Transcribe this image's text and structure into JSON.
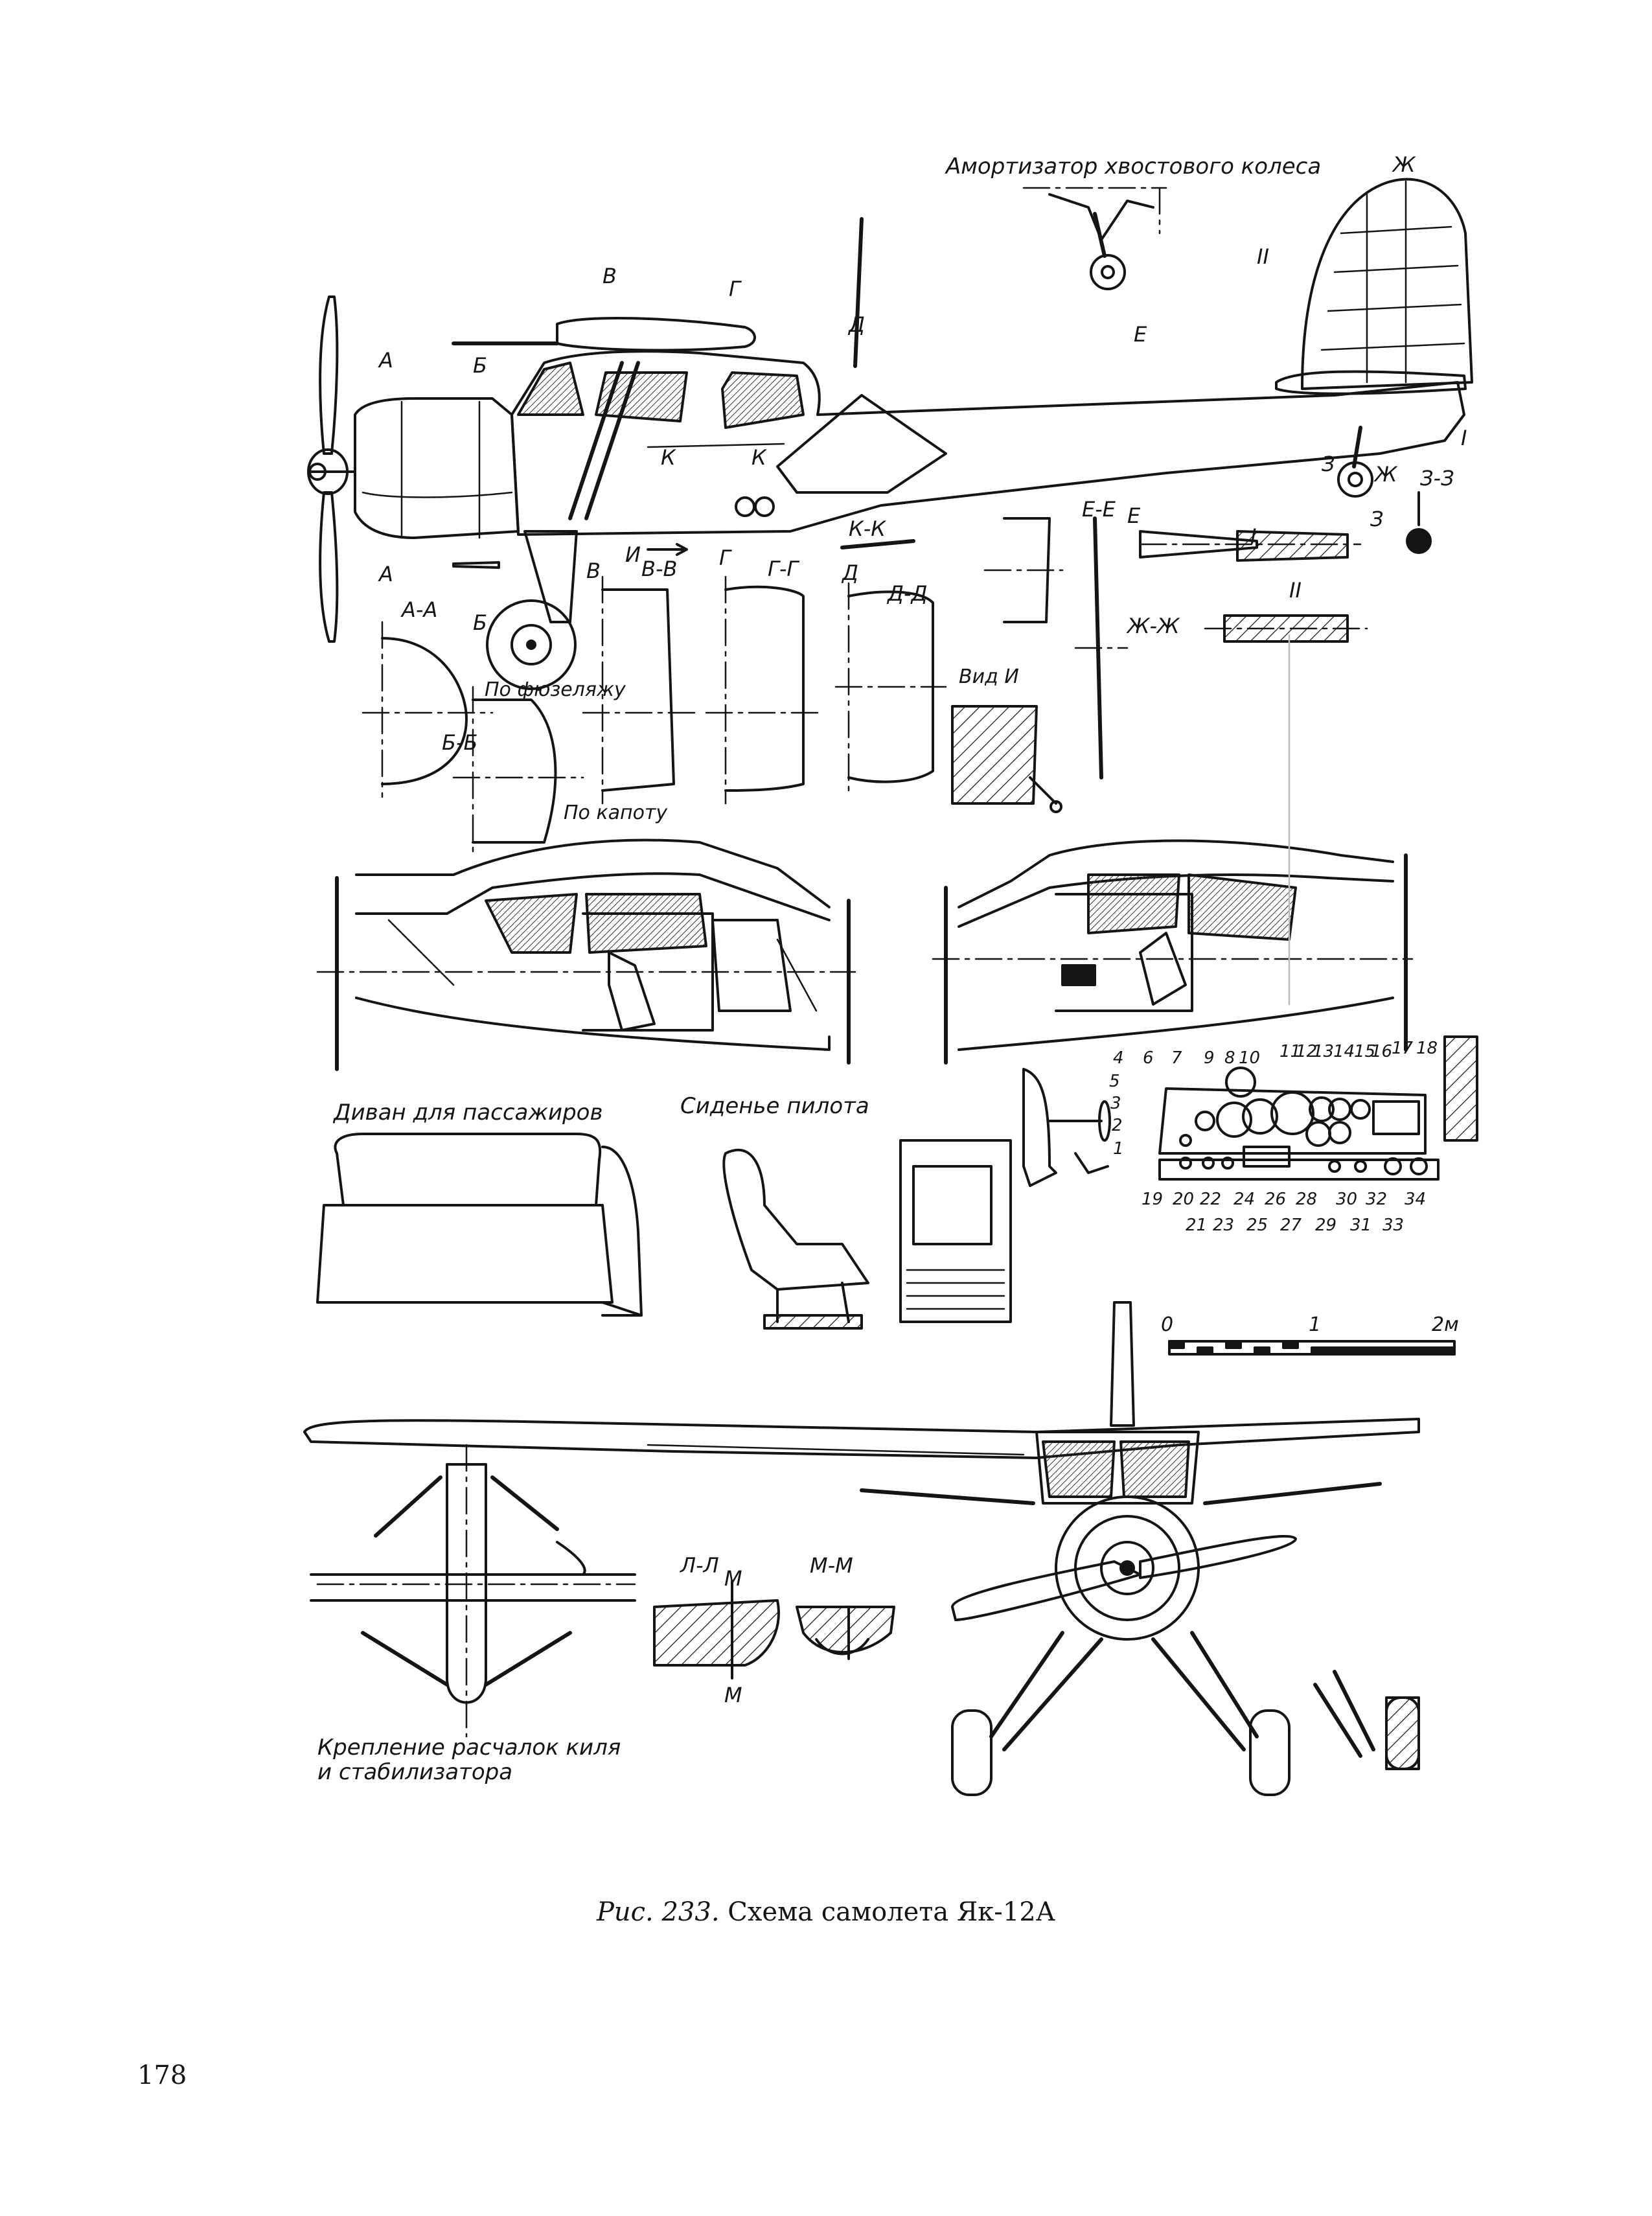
{
  "caption": {
    "fig": "Рис. 233.",
    "text": "Схема самолета Як-12А"
  },
  "page_number": "178",
  "labels": {
    "tail_wheel_shock": "Амортизатор хвостового колеса",
    "pass_bench": "Диван для пассажиров",
    "pilot_seat": "Сиденье пилота",
    "by_fuselage": "По фюзеляжу",
    "by_cowl": "По капоту",
    "view_i": "Вид И",
    "strut_mount_1": "Крепление расчалок киля",
    "strut_mount_2": "и стабилизатора",
    "scale_0": "0",
    "scale_1": "1",
    "scale_2": "2м"
  },
  "sections": {
    "A": "А",
    "B": "Б",
    "V": "В",
    "G": "Г",
    "D": "Д",
    "E": "Е",
    "Zh": "Ж",
    "Z": "З",
    "I": "И",
    "K": "К",
    "M": "М",
    "AA": "А-А",
    "BB": "Б-Б",
    "VV": "В-В",
    "GG": "Г-Г",
    "DD": "Д-Д",
    "EE": "Е-Е",
    "ZhZh": "Ж-Ж",
    "ZZ": "З-З",
    "KK": "К-К",
    "LL": "Л-Л",
    "MM": "М-М",
    "rI": "I",
    "rII": "II"
  },
  "panel_numbers": [
    "1",
    "2",
    "3",
    "4",
    "5",
    "6",
    "7",
    "9",
    "8",
    "10",
    "11",
    "12",
    "13",
    "14",
    "15",
    "16",
    "17",
    "18",
    "19",
    "20",
    "21",
    "22",
    "23",
    "24",
    "25",
    "26",
    "27",
    "28",
    "29",
    "30",
    "31",
    "32",
    "33",
    "34"
  ]
}
